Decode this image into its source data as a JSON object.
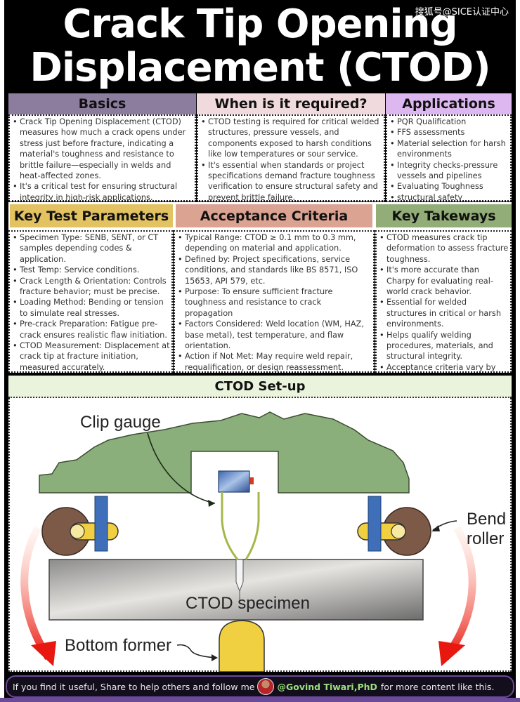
{
  "header": {
    "title_line1": "Crack Tip Opening",
    "title_line2": "Displacement (CTOD)",
    "watermark": "搜狐号@SICE认证中心"
  },
  "colors": {
    "basics": "#8c7c9e",
    "when": "#f0dadd",
    "applications": "#ddb8f0",
    "parameters": "#e2c261",
    "acceptance": "#dba392",
    "takeaways": "#92ad77",
    "setup": "#eaf3dc",
    "fixture": "#8aaf7a",
    "footer_handle": "#9be07a"
  },
  "sections": {
    "basics": {
      "heading": "Basics",
      "items": [
        "Crack Tip Opening Displacement (CTOD) measures how much a crack opens under stress just before fracture, indicating a material's toughness and resistance to brittle failure—especially in welds and heat-affected zones.",
        "It's a critical test for ensuring structural integrity in high-risk applications."
      ]
    },
    "when_required": {
      "heading": "When is it required?",
      "items": [
        "CTOD testing is required for critical welded structures, pressure vessels, and components exposed to harsh conditions like low temperatures or sour service.",
        "It's essential when standards or project specifications demand fracture toughness verification to ensure structural safety and prevent brittle failure."
      ]
    },
    "applications": {
      "heading": "Applications",
      "items": [
        "PQR Qualification",
        "FFS assessments",
        "Material selection for harsh environments",
        "Integrity checks-pressure vessels and pipelines",
        "Evaluating Toughness",
        "structural safety"
      ]
    },
    "parameters": {
      "heading": "Key Test Parameters",
      "items": [
        "Specimen Type: SENB, SENT, or CT samples depending codes & application.",
        "Test Temp: Service conditions.",
        "Crack Length & Orientation: Controls fracture behavior; must be precise.",
        "Loading Method: Bending or tension to simulate real stresses.",
        "Pre-crack Preparation: Fatigue pre-crack ensures realistic flaw initiation.",
        "CTOD Measurement: Displacement at crack tip at fracture initiation, measured accurately."
      ]
    },
    "acceptance": {
      "heading": "Acceptance Criteria",
      "items": [
        "Typical Range: CTOD ≥ 0.1 mm to 0.3 mm, depending on material and application.",
        "Defined by: Project specifications, service conditions, and standards like BS 8571, ISO 15653, API 579, etc.",
        "Purpose: To ensure sufficient fracture toughness and resistance to crack propagation",
        "Factors Considered: Weld location (WM, HAZ, base metal), test temperature, and flaw orientation.",
        "Action if Not Met: May require weld repair, requalification, or design reassessment."
      ]
    },
    "takeaways": {
      "heading": "Key Takeways",
      "items": [
        "CTOD measures crack tip deformation to assess fracture toughness.",
        "It's more accurate than Charpy for evaluating real-world crack behavior.",
        "Essential for welded structures in critical or harsh environments.",
        "Helps qualify welding procedures, materials, and structural integrity.",
        "Acceptance criteria vary by code, material, and service condition."
      ]
    }
  },
  "setup": {
    "heading": "CTOD Set-up",
    "labels": {
      "clip_gauge": "Clip gauge",
      "bend_roller_1": "Bend",
      "bend_roller_2": "roller",
      "specimen": "CTOD specimen",
      "bottom_former": "Bottom former"
    }
  },
  "footer": {
    "text_before": "If you find it useful, Share to help others and follow me",
    "handle": "@Govind Tiwari,PhD",
    "text_after": "for more content like this."
  }
}
